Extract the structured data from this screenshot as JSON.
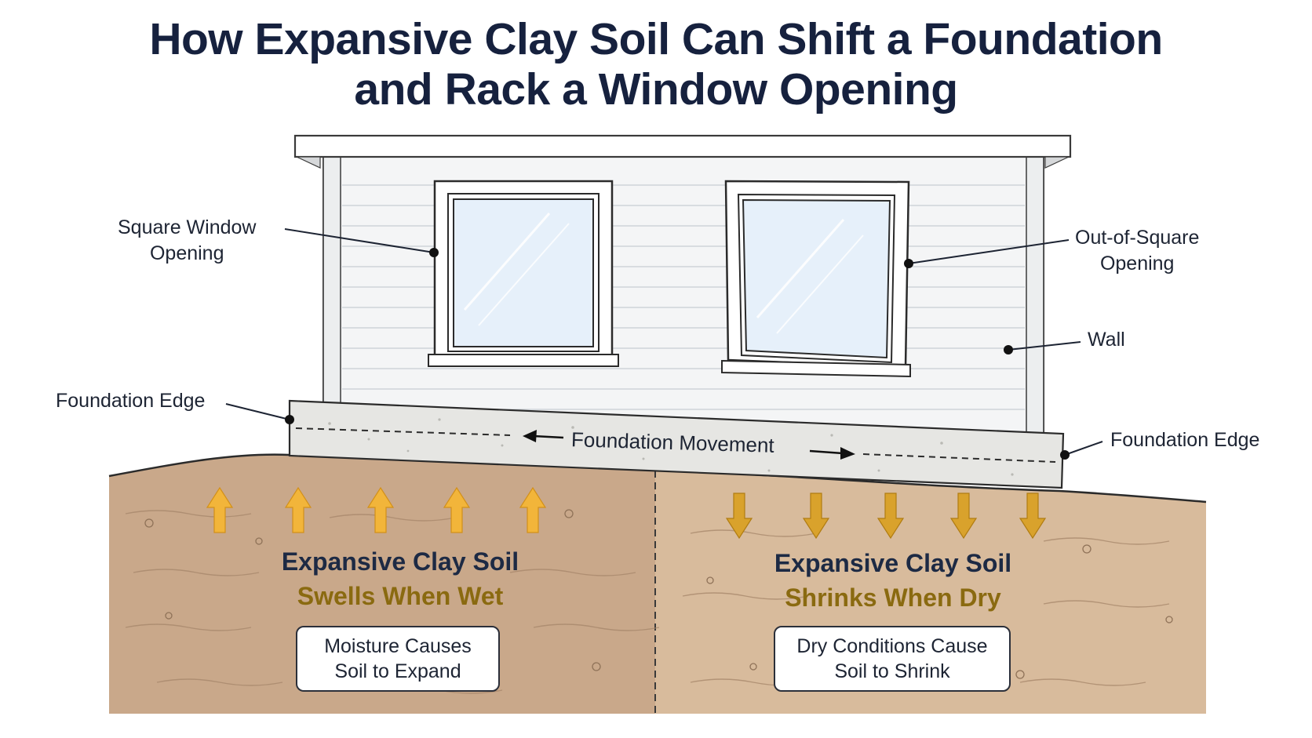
{
  "title": {
    "line1": "How Expansive Clay Soil Can Shift a Foundation",
    "line2": "and Rack a Window Opening"
  },
  "callouts": {
    "square_window": {
      "line1": "Square Window",
      "line2": "Opening"
    },
    "out_of_square": {
      "line1": "Out-of-Square",
      "line2": "Opening"
    },
    "wall": "Wall",
    "foundation_edge_left": "Foundation Edge",
    "foundation_edge_right": "Foundation Edge",
    "foundation_movement": "Foundation Movement"
  },
  "soil": {
    "left": {
      "heading": "Expansive Clay Soil",
      "subheading": "Swells When Wet",
      "note_line1": "Moisture Causes",
      "note_line2": "Soil to Expand"
    },
    "right": {
      "heading": "Expansive Clay Soil",
      "subheading": "Shrinks When Dry",
      "note_line1": "Dry Conditions Cause",
      "note_line2": "Soil to Shrink"
    }
  },
  "colors": {
    "title": "#16213e",
    "soil_wet": "#c9a88a",
    "soil_dry": "#d8bb9c",
    "arrow": "#f2b53a",
    "accent_text": "#8a6a10",
    "glass": "#e6f0fa",
    "foundation": "#e6e6e3"
  }
}
